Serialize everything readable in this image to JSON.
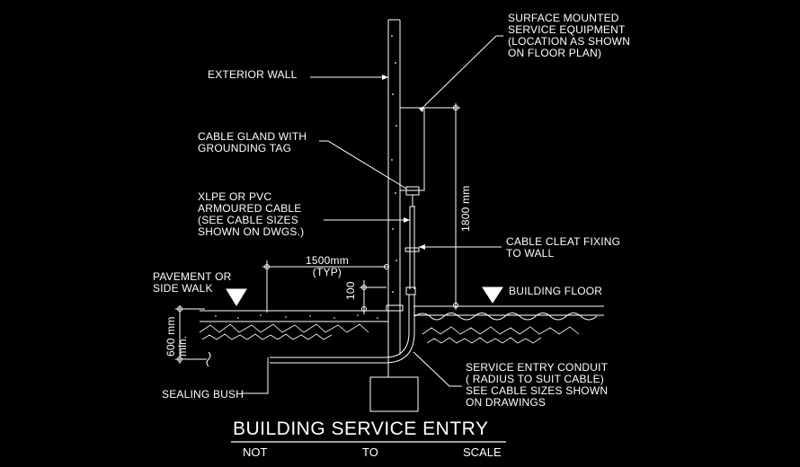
{
  "labels": {
    "surface_equipment": "SURFACE MOUNTED\nSERVICE EQUIPMENT\n(LOCATION AS SHOWN\nON FLOOR PLAN)",
    "exterior_wall": "EXTERIOR WALL",
    "cable_gland": "CABLE GLAND WITH\nGROUNDING TAG",
    "xlpe_cable": "XLPE OR PVC\nARMOURED CABLE\n(SEE CABLE SIZES\nSHOWN ON DWGS.)",
    "cable_cleat": "CABLE CLEAT FIXING\nTO WALL",
    "pavement": "PAVEMENT OR\nSIDE WALK",
    "building_floor": "BUILDING FLOOR",
    "service_conduit": "SERVICE ENTRY CONDUIT\n( RADIUS TO SUIT CABLE)\nSEE CABLE SIZES SHOWN\nON DRAWINGS",
    "sealing_bush": "SEALING BUSH"
  },
  "dimensions": {
    "height_1800": "1800 mm",
    "offset_1500": "1500mm\n(TYP)",
    "dim_100": "100",
    "depth_600": "600 mm\nmin."
  },
  "title": {
    "main": "BUILDING SERVICE ENTRY",
    "not": "NOT",
    "to": "TO",
    "scale": "SCALE"
  },
  "colors": {
    "background": "#000000",
    "linework": "#ffffff"
  }
}
